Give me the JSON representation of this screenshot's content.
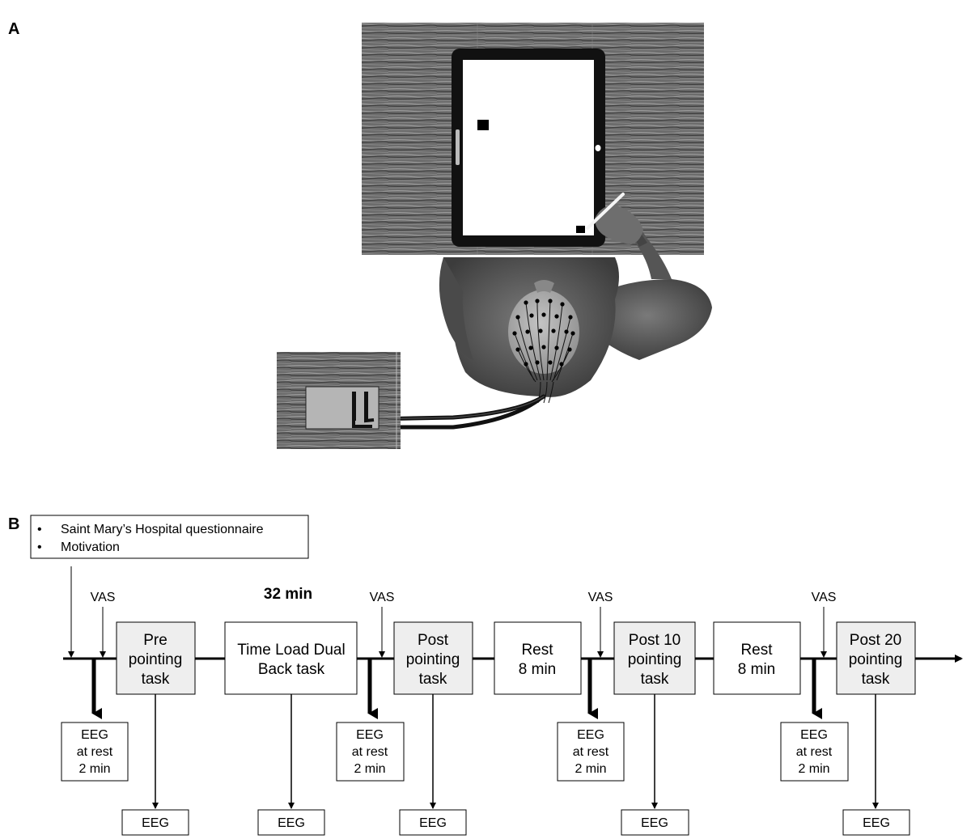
{
  "panel_a": {
    "label": "A"
  },
  "panel_b": {
    "label": "B",
    "questionnaire_items": [
      "Saint Mary’s Hospital questionnaire",
      "Motivation"
    ],
    "duration_label": "32 min",
    "vas_label": "VAS",
    "boxes": [
      {
        "lines": [
          "Pre",
          "pointing",
          "task"
        ]
      },
      {
        "lines": [
          "Time Load Dual",
          "Back task"
        ]
      },
      {
        "lines": [
          "Post",
          "pointing",
          "task"
        ]
      },
      {
        "lines": [
          "Rest",
          "8 min"
        ]
      },
      {
        "lines": [
          "Post 10",
          "pointing",
          "task"
        ]
      },
      {
        "lines": [
          "Rest",
          "8 min"
        ]
      },
      {
        "lines": [
          "Post 20",
          "pointing",
          "task"
        ]
      }
    ],
    "eeg_rest_lines": [
      "EEG",
      "at rest",
      "2 min"
    ],
    "eeg_label": "EEG"
  },
  "colors": {
    "task_box_fill": "#eeeeee",
    "table_wood": "#6a6a6a",
    "body_gray": "#5e5e5e",
    "amplifier": "#b5b5b5"
  }
}
